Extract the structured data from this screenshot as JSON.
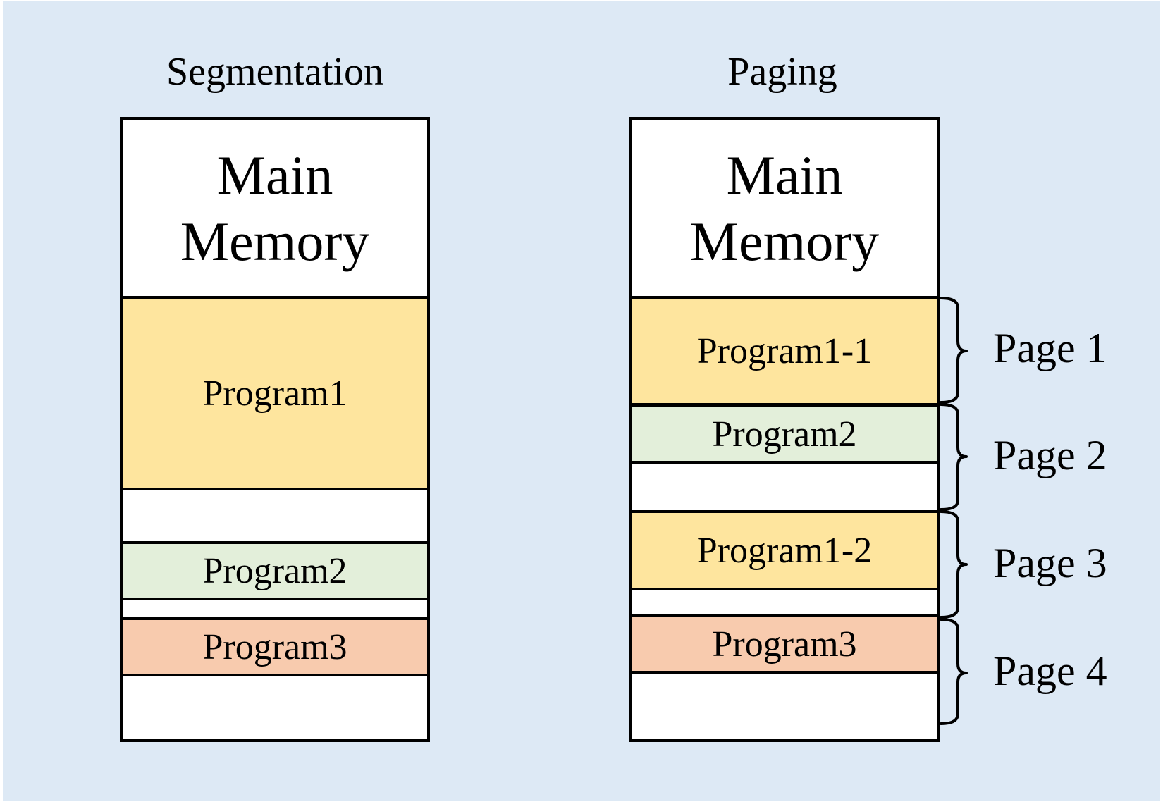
{
  "segmentation": {
    "title": "Segmentation",
    "main_memory_line1": "Main",
    "main_memory_line2": "Memory",
    "program1": "Program1",
    "program2": "Program2",
    "program3": "Program3"
  },
  "paging": {
    "title": "Paging",
    "main_memory_line1": "Main",
    "main_memory_line2": "Memory",
    "program1_1": "Program1-1",
    "program2": "Program2",
    "program1_2": "Program1-2",
    "program3": "Program3",
    "pages": [
      "Page 1",
      "Page 2",
      "Page 3",
      "Page 4"
    ]
  },
  "colors": {
    "background": "#dde9f5",
    "program1": "#fee59e",
    "program2": "#e3efda",
    "program3": "#f8cbae",
    "free": "#ffffff"
  }
}
